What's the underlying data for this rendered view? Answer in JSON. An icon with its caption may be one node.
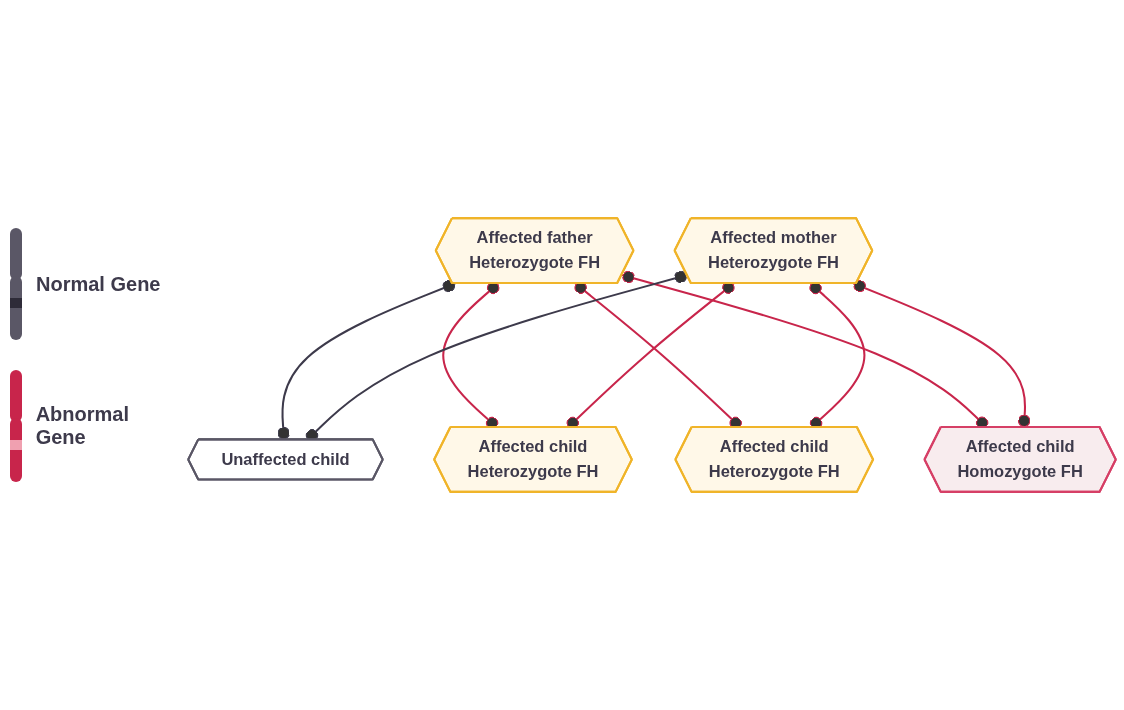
{
  "diagram": {
    "nodes": [
      {
        "text": [
          "Affected father",
          "Heterozygote FH"
        ]
      },
      {
        "text": [
          "Affected mother",
          "Heterozygote FH"
        ]
      },
      {
        "text": [
          "Unaffected child"
        ]
      },
      {
        "text": [
          "Affected child",
          "Heterozygote FH"
        ]
      },
      {
        "text": [
          "Affected child",
          "Heterozygote FH"
        ]
      },
      {
        "text": [
          "Affected child",
          "Homozygote FH"
        ]
      }
    ],
    "edges": [
      {
        "from": 0,
        "to": 2,
        "arrow": "other",
        "color": "#3d3a4b"
      },
      {
        "from": 0,
        "to": 3,
        "arrow": "other"
      },
      {
        "from": 0,
        "to": 4,
        "arrow": "other"
      },
      {
        "from": 0,
        "to": 5,
        "arrow": "other"
      },
      {
        "from": 1,
        "to": 2,
        "arrow": "other",
        "color": "#3d3a4b"
      },
      {
        "from": 1,
        "to": 3,
        "arrow": "other"
      },
      {
        "from": 1,
        "to": 4,
        "arrow": "other"
      },
      {
        "from": 1,
        "to": 5,
        "arrow": "other"
      }
    ],
    "legend": [
      {
        "text": "Normal Gene"
      },
      {
        "text": "Abnormal Gene"
      }
    ]
  }
}
